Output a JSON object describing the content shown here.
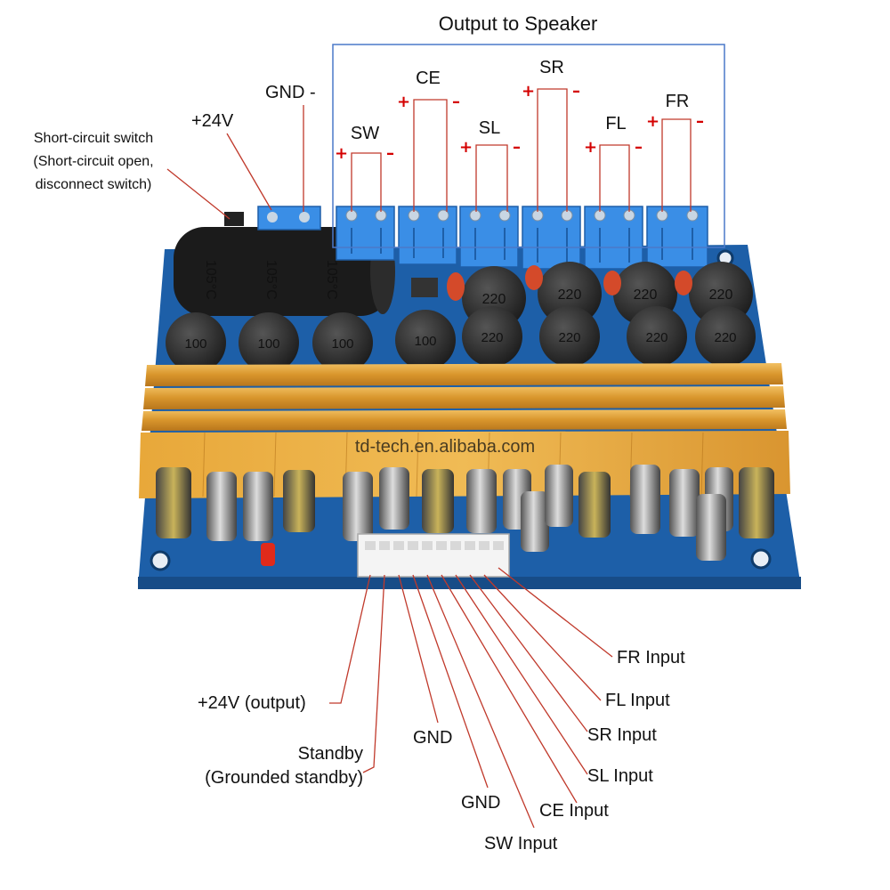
{
  "header": {
    "title": "Output to Speaker"
  },
  "power": {
    "gnd_label": "GND -",
    "v24_label": "+24V",
    "switch_label": [
      "Short-circuit switch",
      "(Short-circuit open,",
      "disconnect switch)"
    ]
  },
  "outputs": [
    {
      "label": "SW"
    },
    {
      "label": "CE"
    },
    {
      "label": "SL"
    },
    {
      "label": "SR"
    },
    {
      "label": "FL"
    },
    {
      "label": "FR"
    }
  ],
  "polarity": {
    "plus": "+",
    "minus": "–"
  },
  "capacitors": {
    "large": "105°C",
    "small": "100",
    "output": "220"
  },
  "watermark": "td-tech.en.alibaba.com",
  "inputs": {
    "v24_output": "+24V (output)",
    "standby": [
      "Standby",
      "(Grounded standby)"
    ],
    "gnd1": "GND",
    "gnd2": "GND",
    "sw": "SW Input",
    "ce": "CE Input",
    "sl": "SL Input",
    "sr": "SR Input",
    "fl": "FL Input",
    "fr": "FR Input"
  },
  "colors": {
    "pcb": "#1d5fa8",
    "terminal": "#3a8ee6",
    "heatsink": "#e0a23a",
    "lead": "#c0392b",
    "frame": "#4a78c8",
    "polarity": "#d40000"
  }
}
